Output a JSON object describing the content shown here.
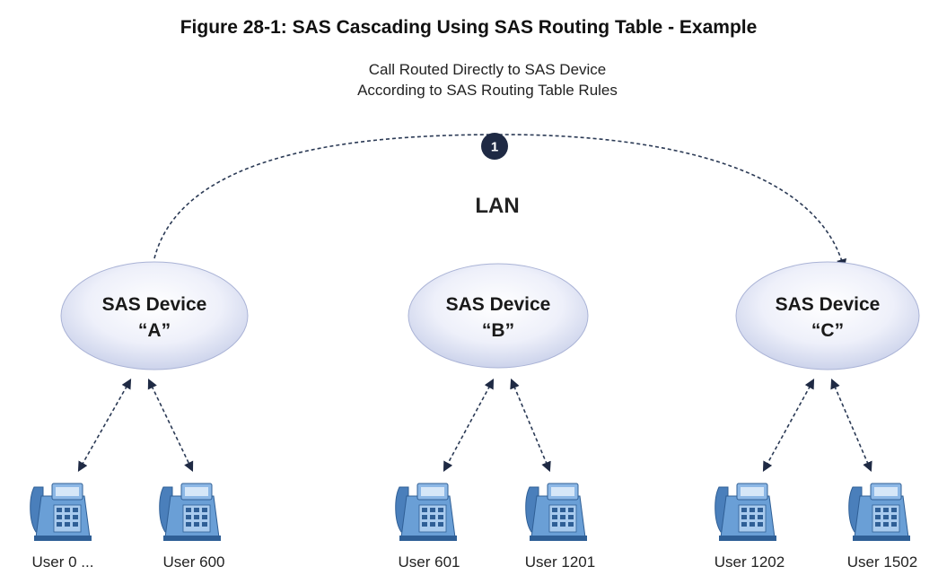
{
  "figure": {
    "title": "Figure 28-1: SAS Cascading Using SAS Routing Table - Example"
  },
  "route": {
    "line1": "Call Routed Directly to SAS Device",
    "line2": "According to SAS Routing Table Rules",
    "step": "1"
  },
  "network": {
    "label": "LAN"
  },
  "devices": [
    {
      "line1": "SAS Device",
      "line2": "“A”"
    },
    {
      "line1": "SAS Device",
      "line2": "“B”"
    },
    {
      "line1": "SAS Device",
      "line2": "“C”"
    }
  ],
  "users": [
    {
      "label": "User 0 ..."
    },
    {
      "label": "User 600"
    },
    {
      "label": "User 601"
    },
    {
      "label": "User 1201"
    },
    {
      "label": "User  1202"
    },
    {
      "label": "User 1502"
    }
  ],
  "icons": {
    "device": "ellipse-cloud-icon",
    "phone": "desk-phone-icon",
    "step": "numbered-circle-icon"
  },
  "colors": {
    "device_fill_center": "#ffffff",
    "device_fill_edge": "#c5cde8",
    "phone_body": "#5b8fc7",
    "phone_dark": "#2f5f96",
    "connector": "#2b3a55",
    "step_badge": "#1f2a44"
  }
}
